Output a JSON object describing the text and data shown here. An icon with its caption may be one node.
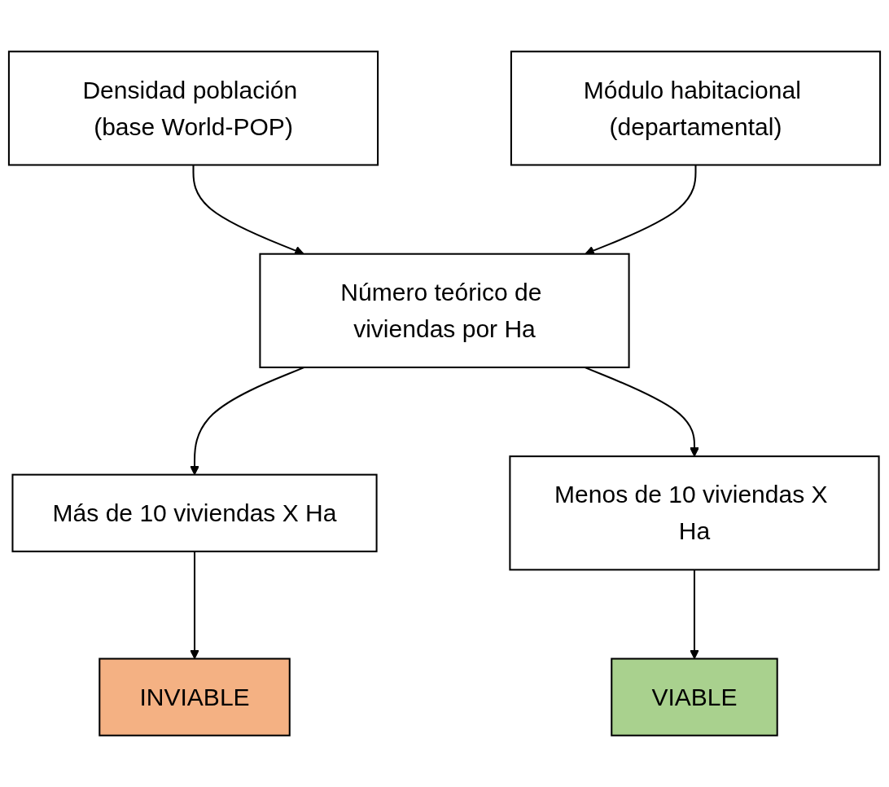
{
  "diagram": {
    "nodes": [
      {
        "text": [
          "Densidad población (base World-POP)"
        ]
      },
      {
        "text": [
          "Módulo habitacional (departamental)"
        ]
      },
      {
        "text": [
          "Número teórico de viviendas por Ha"
        ]
      },
      {
        "text": [
          "Más de 10 viviendas X Ha"
        ]
      },
      {
        "text": [
          "Menos de 10 viviendas X Ha"
        ]
      },
      {
        "text": [
          "INVIABLE"
        ]
      },
      {
        "text": [
          "VIABLE"
        ]
      }
    ],
    "edges": [
      {
        "from": 0,
        "to": 2,
        "arrow": "to"
      },
      {
        "from": 1,
        "to": 2,
        "arrow": "to"
      },
      {
        "from": 2,
        "to": 3,
        "arrow": "to"
      },
      {
        "from": 2,
        "to": 4,
        "arrow": "to"
      },
      {
        "from": 3,
        "to": 5,
        "arrow": "to"
      },
      {
        "from": 4,
        "to": 6,
        "arrow": "to"
      }
    ]
  }
}
